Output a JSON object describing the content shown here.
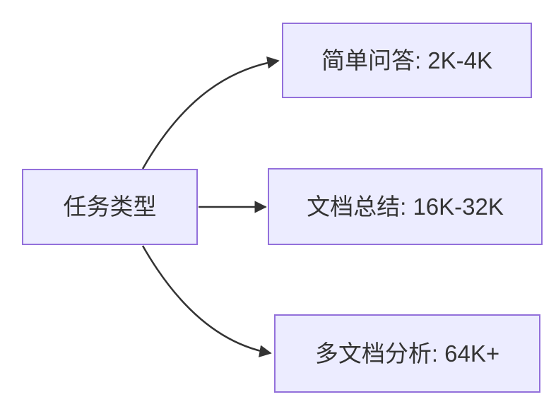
{
  "diagram": {
    "type": "flowchart",
    "direction": "left-to-right",
    "root_node": {
      "label": "任务类型"
    },
    "branches": [
      {
        "label": "简单问答: 2K-4K"
      },
      {
        "label": "文档总结: 16K-32K"
      },
      {
        "label": "多文档分析: 64K+"
      }
    ],
    "edges": [
      {
        "from": "任务类型",
        "to": "简单问答: 2K-4K"
      },
      {
        "from": "任务类型",
        "to": "文档总结: 16K-32K"
      },
      {
        "from": "任务类型",
        "to": "多文档分析: 64K+"
      }
    ],
    "colors": {
      "node_fill": "#ECECFF",
      "node_border": "#9370DB",
      "edge": "#333333",
      "text": "#333333",
      "background": "#FFFFFF"
    }
  }
}
